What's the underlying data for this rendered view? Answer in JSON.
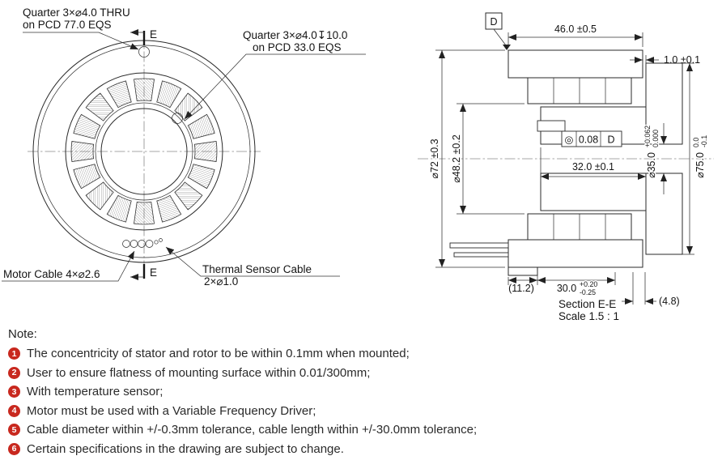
{
  "front_view": {
    "thru_label_line1": "Quarter 3×⌀4.0 THRU",
    "thru_label_line2": "on PCD 77.0 EQS",
    "tapped_label_line1": "Quarter 3×⌀4.0↧10.0",
    "tapped_label_line2": "on PCD 33.0 EQS",
    "motor_cable_label": "Motor Cable 4×⌀2.6",
    "thermal_label_line1": "Thermal Sensor Cable",
    "thermal_label_line2": "2×⌀1.0",
    "section_marker": "E"
  },
  "section_view": {
    "datum_label": "D",
    "dim_overall_width": "46.0 ±0.5",
    "dim_air_gap": "1.0 ±0.1",
    "dim_stator_od": "⌀72 ±0.3",
    "dim_stator_bore": "⌀48.2 ±0.2",
    "dim_rotor_length": "32.0 ±0.1",
    "fcf_symbol": "◎",
    "fcf_tolerance": "0.08",
    "fcf_datum": "D",
    "dim_bore_dia": "⌀35.0",
    "bore_tol_upper": "+0.062",
    "bore_tol_lower": "0.000",
    "dim_flange_dia": "⌀75.0",
    "flange_tol_upper": "0.0",
    "flange_tol_lower": "-0.1",
    "dim_lip": "(11.2)",
    "dim_depth": "30.0",
    "depth_tol_upper": "+0.20",
    "depth_tol_lower": "-0.25",
    "dim_step": "(4.8)",
    "title": "Section E-E",
    "scale_label": "Scale 1.5 : 1"
  },
  "notes": {
    "heading": "Note:",
    "items": [
      {
        "num": "1",
        "text": "The concentricity of stator and rotor to be within 0.1mm when mounted;"
      },
      {
        "num": "2",
        "text": "User to ensure flatness of mounting surface within 0.01/300mm;"
      },
      {
        "num": "3",
        "text": "With temperature sensor;"
      },
      {
        "num": "4",
        "text": "Motor must be used with a Variable Frequency Driver;"
      },
      {
        "num": "5",
        "text": "Cable diameter within +/-0.3mm tolerance, cable length within +/-30.0mm tolerance;"
      },
      {
        "num": "6",
        "text": "Certain specifications in the drawing are subject to change."
      }
    ]
  }
}
